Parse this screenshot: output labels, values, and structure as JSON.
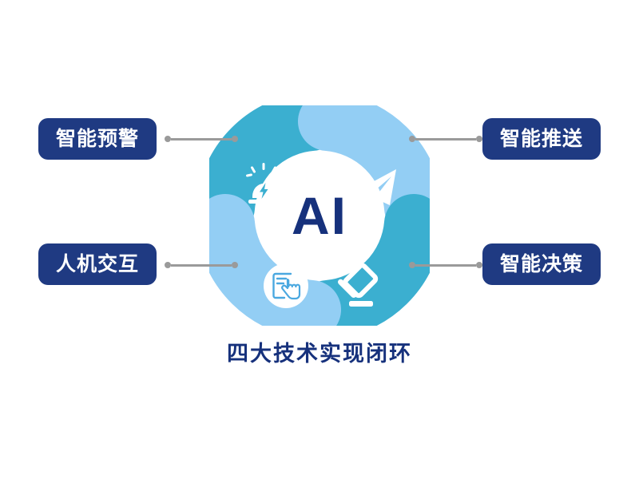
{
  "diagram": {
    "center_text": "AI",
    "caption": "四大技术实现闭环",
    "colors": {
      "navy": "#1f3a82",
      "deep_navy_text": "#16317c",
      "teal_arc": "#3bafd0",
      "light_blue_arc": "#93cef4",
      "connector_gray": "#9a9a9a",
      "background": "#ffffff",
      "icon_white": "#ffffff"
    },
    "nodes": [
      {
        "id": "warning",
        "label": "智能预警",
        "position": "top-left",
        "arc_color": "#3bafd0",
        "icon": "alarm-siren-icon"
      },
      {
        "id": "push",
        "label": "智能推送",
        "position": "top-right",
        "arc_color": "#93cef4",
        "icon": "paper-plane-icon"
      },
      {
        "id": "interaction",
        "label": "人机交互",
        "position": "bottom-left",
        "arc_color": "#93cef4",
        "icon": "touch-hand-icon"
      },
      {
        "id": "decision",
        "label": "智能决策",
        "position": "bottom-right",
        "arc_color": "#3bafd0",
        "icon": "gavel-icon"
      }
    ]
  }
}
